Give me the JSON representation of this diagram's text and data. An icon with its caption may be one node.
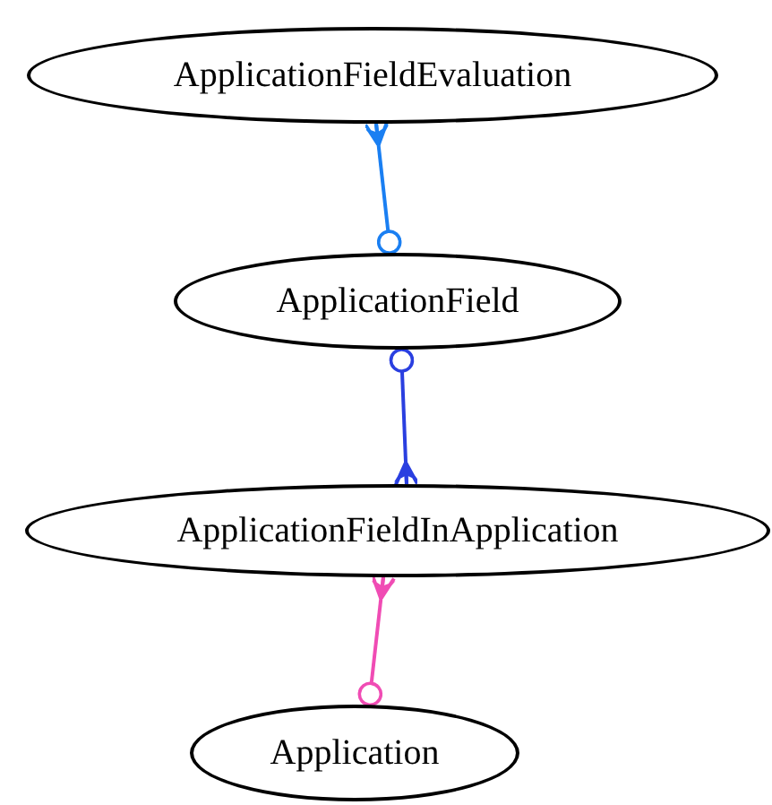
{
  "diagram": {
    "nodes": [
      {
        "text": [
          "ApplicationFieldEvaluation"
        ]
      },
      {
        "text": [
          "ApplicationField"
        ]
      },
      {
        "text": [
          "ApplicationFieldInApplication"
        ]
      },
      {
        "text": [
          "Application"
        ]
      }
    ],
    "edges": [
      {
        "from": 1,
        "to": 0,
        "arrow": "other",
        "color": "#1a7ff2"
      },
      {
        "from": 1,
        "to": 2,
        "arrow": "other",
        "color": "#2a3fe0"
      },
      {
        "from": 3,
        "to": 2,
        "arrow": "other",
        "color": "#f04cb4"
      }
    ]
  }
}
